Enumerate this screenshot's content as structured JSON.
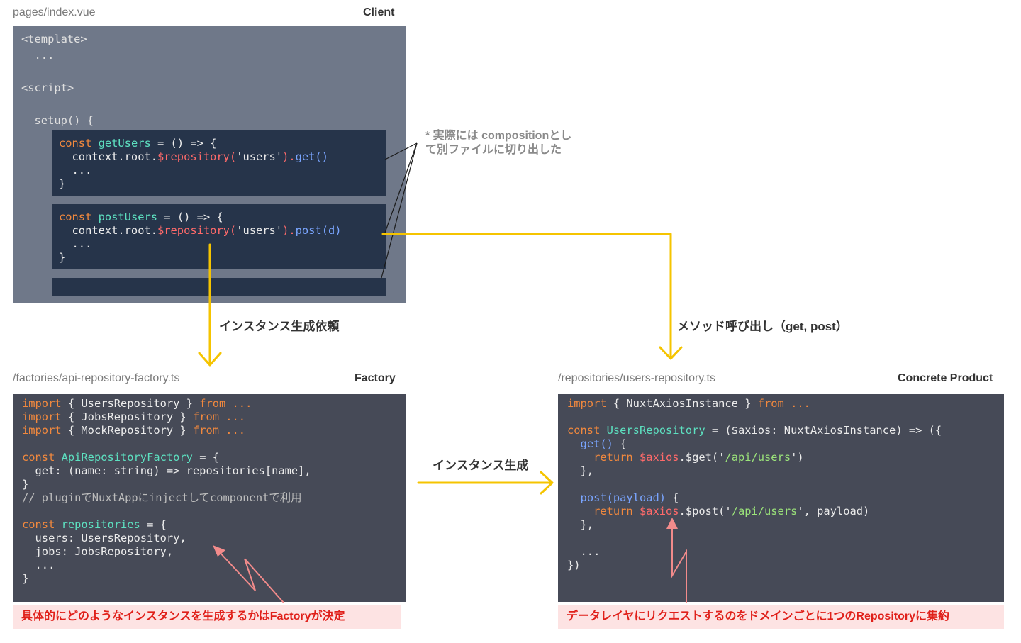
{
  "client": {
    "file": "pages/index.vue",
    "role": "Client",
    "code_lines": [
      [
        {
          "t": "<template>",
          "c": "tag"
        }
      ],
      [
        {
          "t": "  ...",
          "c": "tag"
        }
      ],
      [
        {
          "t": "",
          "c": "tag"
        }
      ],
      [
        {
          "t": "<script>",
          "c": "tag"
        }
      ],
      [
        {
          "t": "",
          "c": "tag"
        }
      ],
      [
        {
          "t": "  setup() {",
          "c": "tag"
        }
      ]
    ],
    "box1_lines": [
      [
        {
          "t": "const ",
          "c": "kw"
        },
        {
          "t": "getUsers",
          "c": "fn"
        },
        {
          "t": " = () => {",
          "c": ""
        }
      ],
      [
        {
          "t": "  context.root.",
          "c": ""
        },
        {
          "t": "$repository(",
          "c": "rep"
        },
        {
          "t": "'users'",
          "c": "str"
        },
        {
          "t": ").",
          "c": "rep"
        },
        {
          "t": "get()",
          "c": "call"
        }
      ],
      [
        {
          "t": "  ...",
          "c": ""
        }
      ],
      [
        {
          "t": "}",
          "c": ""
        }
      ]
    ],
    "box2_lines": [
      [
        {
          "t": "const ",
          "c": "kw"
        },
        {
          "t": "postUsers",
          "c": "fn"
        },
        {
          "t": " = () => {",
          "c": ""
        }
      ],
      [
        {
          "t": "  context.root.",
          "c": ""
        },
        {
          "t": "$repository(",
          "c": "rep"
        },
        {
          "t": "'users'",
          "c": "str"
        },
        {
          "t": ").",
          "c": "rep"
        },
        {
          "t": "post(d)",
          "c": "call"
        }
      ],
      [
        {
          "t": "  ...",
          "c": ""
        }
      ],
      [
        {
          "t": "}",
          "c": ""
        }
      ]
    ],
    "note": "* 実際には compositionとし\nて別ファイルに切り出した"
  },
  "factory": {
    "file": "/factories/api-repository-factory.ts",
    "role": "Factory",
    "code_lines": [
      [
        {
          "t": "import",
          "c": "kw"
        },
        {
          "t": " { UsersRepository } ",
          "c": ""
        },
        {
          "t": "from ...",
          "c": "kw"
        }
      ],
      [
        {
          "t": "import",
          "c": "kw"
        },
        {
          "t": " { JobsRepository } ",
          "c": ""
        },
        {
          "t": "from ...",
          "c": "kw"
        }
      ],
      [
        {
          "t": "import",
          "c": "kw"
        },
        {
          "t": " { MockRepository } ",
          "c": ""
        },
        {
          "t": "from ...",
          "c": "kw"
        }
      ],
      [
        {
          "t": "",
          "c": ""
        }
      ],
      [
        {
          "t": "const ",
          "c": "kw"
        },
        {
          "t": "ApiRepositoryFactory",
          "c": "fn"
        },
        {
          "t": " = {",
          "c": ""
        }
      ],
      [
        {
          "t": "  get: (name: string) => repositories[name],",
          "c": ""
        }
      ],
      [
        {
          "t": "}",
          "c": ""
        }
      ],
      [
        {
          "t": "// pluginでNuxtAppにinjectしてcomponentで利用",
          "c": "cmt"
        }
      ],
      [
        {
          "t": "",
          "c": ""
        }
      ],
      [
        {
          "t": "const ",
          "c": "kw"
        },
        {
          "t": "repositories",
          "c": "fn"
        },
        {
          "t": " = {",
          "c": ""
        }
      ],
      [
        {
          "t": "  users: UsersRepository,",
          "c": ""
        }
      ],
      [
        {
          "t": "  jobs: JobsRepository,",
          "c": ""
        }
      ],
      [
        {
          "t": "  ...",
          "c": ""
        }
      ],
      [
        {
          "t": "}",
          "c": ""
        }
      ]
    ],
    "callout": "具体的にどのようなインスタンスを生成するかはFactoryが決定"
  },
  "product": {
    "file": "/repositories/users-repository.ts",
    "role": "Concrete Product",
    "code_lines": [
      [
        {
          "t": "import",
          "c": "kw"
        },
        {
          "t": " { NuxtAxiosInstance } ",
          "c": ""
        },
        {
          "t": "from ...",
          "c": "kw"
        }
      ],
      [
        {
          "t": "",
          "c": ""
        }
      ],
      [
        {
          "t": "const ",
          "c": "kw"
        },
        {
          "t": "UsersRepository",
          "c": "fn"
        },
        {
          "t": " = ($axios: NuxtAxiosInstance) => ({",
          "c": ""
        }
      ],
      [
        {
          "t": "  ",
          "c": ""
        },
        {
          "t": "get()",
          "c": "call"
        },
        {
          "t": " {",
          "c": ""
        }
      ],
      [
        {
          "t": "    return ",
          "c": "kw"
        },
        {
          "t": "$axios",
          "c": "rep"
        },
        {
          "t": ".$get('",
          "c": ""
        },
        {
          "t": "/api/users",
          "c": "path"
        },
        {
          "t": "')",
          "c": ""
        }
      ],
      [
        {
          "t": "  },",
          "c": ""
        }
      ],
      [
        {
          "t": "",
          "c": ""
        }
      ],
      [
        {
          "t": "  ",
          "c": ""
        },
        {
          "t": "post(payload)",
          "c": "call"
        },
        {
          "t": " {",
          "c": ""
        }
      ],
      [
        {
          "t": "    return ",
          "c": "kw"
        },
        {
          "t": "$axios",
          "c": "rep"
        },
        {
          "t": ".$post('",
          "c": ""
        },
        {
          "t": "/api/users",
          "c": "path"
        },
        {
          "t": "', payload)",
          "c": ""
        }
      ],
      [
        {
          "t": "  },",
          "c": ""
        }
      ],
      [
        {
          "t": "",
          "c": ""
        }
      ],
      [
        {
          "t": "  ...",
          "c": ""
        }
      ],
      [
        {
          "t": "})",
          "c": ""
        }
      ]
    ],
    "callout": "データレイヤにリクエストするのをドメインごとに1つのRepositoryに集約"
  },
  "arrows": {
    "create_request": "インスタンス生成依頼",
    "method_call": "メソッド呼び出し（get, post）",
    "create": "インスタンス生成"
  },
  "colors": {
    "arrow": "#f5c400",
    "callout_arrow": "#f28b8b",
    "client_panel": "#6f7889",
    "dark_panel": "#464a57",
    "inner_box": "#26344a"
  }
}
